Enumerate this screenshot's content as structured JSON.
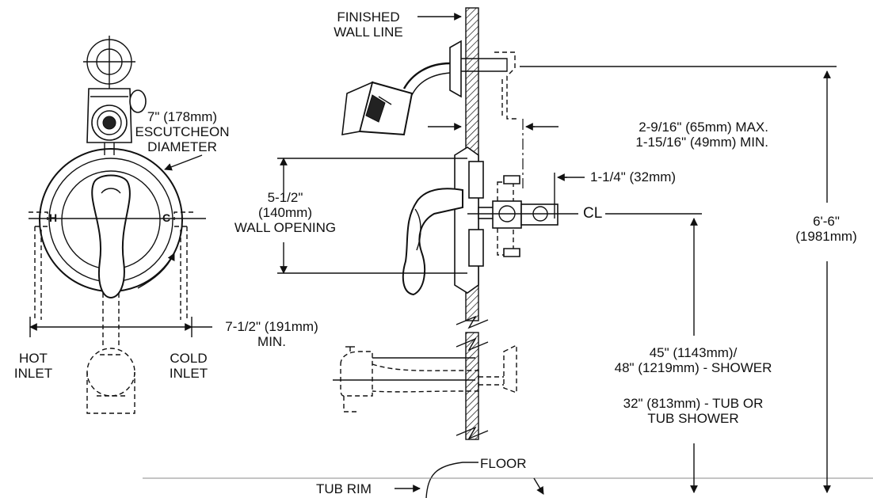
{
  "labels": {
    "finished_wall_line": [
      "FINISHED",
      "WALL LINE"
    ],
    "escutcheon": [
      "7\" (178mm)",
      "ESCUTCHEON",
      "DIAMETER"
    ],
    "max_min_depth": [
      "2-9/16\" (65mm) MAX.",
      "1-15/16\" (49mm) MIN."
    ],
    "valve_offset": "1-1/4\" (32mm)",
    "wall_opening": [
      "5-1/2\"",
      "(140mm)",
      "WALL OPENING"
    ],
    "centerline": "CL",
    "shower_height": [
      "6'-6\"",
      "(1981mm)"
    ],
    "inlet_spacing": [
      "7-1/2\"  (191mm)",
      "MIN."
    ],
    "hot_inlet": [
      "HOT",
      "INLET"
    ],
    "cold_inlet": [
      "COLD",
      "INLET"
    ],
    "valve_height": [
      "45\" (1143mm)/",
      "48\" (1219mm) - SHOWER"
    ],
    "tub_height": [
      "32\" (813mm) - TUB OR",
      "TUB SHOWER"
    ],
    "tub_rim": "TUB RIM",
    "floor": "FLOOR",
    "handle_hot": "H",
    "handle_cold": "C"
  },
  "colors": {
    "line": "#111111",
    "background": "#ffffff"
  }
}
